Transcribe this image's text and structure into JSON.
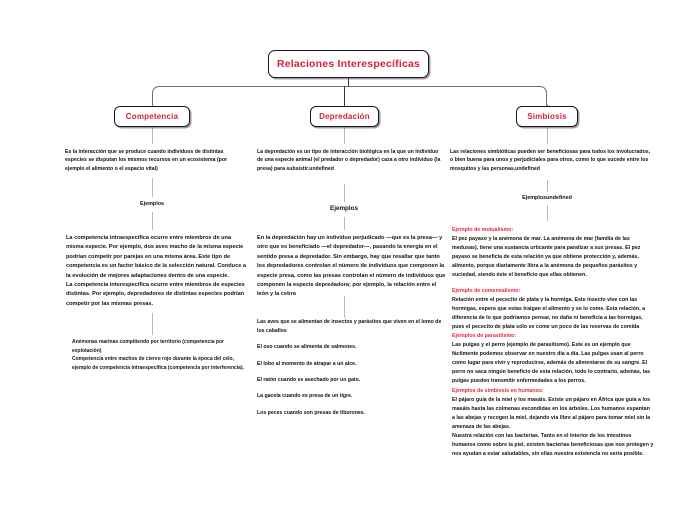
{
  "root": {
    "label": "Relaciones Interespecíficas"
  },
  "branches": [
    {
      "label": "Competencia",
      "description": "Es la interacción que se produce cuando individuos de distintas especies se disputan los mismos recursos en un ecosistema (por ejemplo el alimento o el espacio vital)",
      "examples_label": "Ejemplos",
      "detail": "La competencia intraespecífica ocurre entre miembros de una misma especie. Por ejemplo, dos aves macho de la misma especie podrían competir por parejas en una misma área. Este tipo de competencia es un factor básico de la selección natural. Conduce a la evolución de mejores adaptaciones dentro de una especie.\nLa competencia interespecífica ocurre entre miembros de especies distintas. Por ejemplo, depredadores de distintas especies podrían competir por las mismas presas.",
      "note": "Anémonas marinas compitiendo por territorio (competencia por explotación)\nCompetencia entre machos de ciervo rojo durante la época del celo, ejemplo de competencia intraespecífica (competencia por interferencia)."
    },
    {
      "label": "Depredación",
      "description": "La depredación es un tipo de interacción biológica en la que un individuo de una especie animal (el predador o depredador) caza a otro individuo (la presa) para subsistir.undefined",
      "examples_label": "Ejemplos",
      "detail": "En la depredación hay un individuo perjudicado —que es la presa— y otro que es beneficiado —el depredador—, pasando la energía en el sentido presa a depredador. Sin embargo, hay que resaltar que tanto los depredadores controlan el número de individuos que componen la especie presa, como las presas controlan el número de individuos que componen la especie depredadora; por ejemplo, la relación entre el león y la cebra",
      "items": [
        "Las aves que se alimentan de insectos y parásitos que viven en el lomo de los caballos",
        "El oso cuando se alimenta de salmones.",
        "El lobo al momento de atrapar a un alce.",
        "El ratón cuando es asechado por un gato.",
        "La gacela cuando es presa de un tigre.",
        "Los peces cuando son presas de tiburones."
      ]
    },
    {
      "label": "Simbiosis",
      "description": "Las relaciones simbióticas pueden ser beneficiosas para todos los involucrados, o bien buena para unos y perjudiciales para otros, como lo que sucede entre los mosquitos y las personas.undefined",
      "examples_label": "Ejemplosundefined",
      "sections": [
        {
          "heading": "Ejemplo de mutualismo:",
          "body": "El pez payaso y la anémona de mar. La anémona de mar (familia de las medusas), tiene una sustancia urticante para paralizar a sus presas. El pez payaso se beneficia de esta relación ya que obtiene protección y, además, alimento, porque diariamente libra a la anémona de pequeños parásitos y suciedad, siendo éste el beneficio que ellas obtienen."
        },
        {
          "heading": "Ejemplo de comensalismo:",
          "body": "Relación entre el pececito de plata y la hormiga. Este insecto vive con las hormigas, espera que estas traigan el alimento y se lo come. Esta relación, a diferencia de lo que podríamos pensar, no daña ni beneficia a las hormigas, pues el pececito de plata sólo se come un poco de las reservas de comida"
        },
        {
          "heading": "Ejemplos de parasitismo:",
          "body": "Las pulgas y el perro (ejemplo de parasitismo). Este es un ejemplo que fácilmente podemos observar en nuestro día a día. Las pulgas usan al perro como lugar para vivir y reproducirse, además de alimentarse de su sangre. El perro no saca ningún beneficio de esta relación, todo lo contrario, además, las pulgas pueden transmitir enfermedades a los perros."
        },
        {
          "heading": "Ejemplos de simbiosis en humanos:",
          "body": "El pájaro guía de la miel y los masáis. Existe un pájaro en África que guía a los masáis hasta las colmenas escondidas en los árboles. Los humanos espantan a las abejas y recogen la miel, dejando vía libre al pájaro para tomar miel sin la amenaza de las abejas.\nNuestra relación con las bacterias. Tanto en el interior de los intestinos humanos como sobre la piel, existen bacterias beneficiosas que nos protegen y nos ayudan a estar saludables, sin ellas nuestra existencia no sería posible."
        }
      ]
    }
  ],
  "colors": {
    "node_text": "#d61f3d",
    "heading_accent": "#e8273f",
    "connector": "#6e6e6e",
    "connector_light": "#b9b9b9",
    "body_text": "#121212",
    "background": "#ffffff"
  }
}
